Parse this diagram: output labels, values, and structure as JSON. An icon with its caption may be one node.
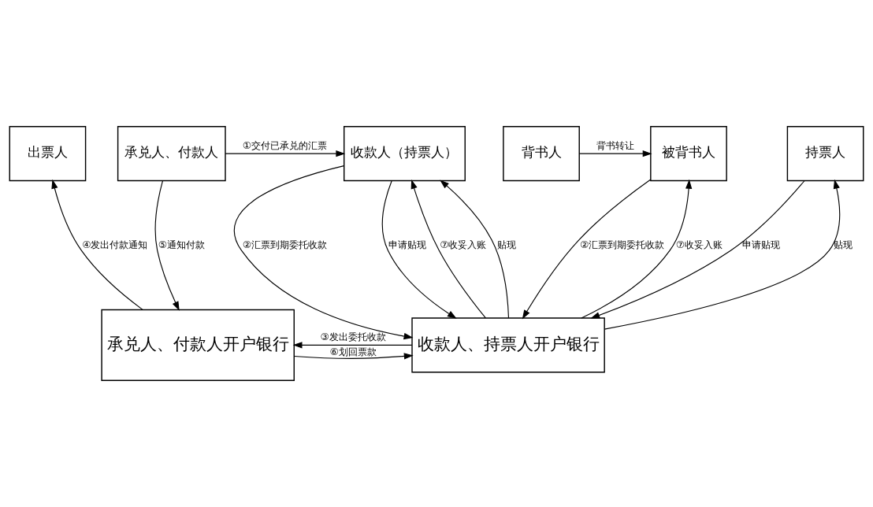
{
  "diagram": {
    "nodes": [
      {
        "text": [
          "出票人"
        ]
      },
      {
        "text": [
          "承兑人、付款人"
        ]
      },
      {
        "text": [
          "收款人（持票人）"
        ]
      },
      {
        "text": [
          "背书人"
        ]
      },
      {
        "text": [
          "被背书人"
        ]
      },
      {
        "text": [
          "持票人"
        ]
      },
      {
        "text": [
          "承兑人、付款人开户银行"
        ]
      },
      {
        "text": [
          "收款人、持票人开户银行"
        ]
      }
    ],
    "edges": [
      {
        "from": 1,
        "to": 2,
        "arrow": "to",
        "label": "①交付已承兑的汇票"
      },
      {
        "from": 3,
        "to": 4,
        "arrow": "to",
        "label": "背书转让"
      },
      {
        "from": 2,
        "to": 7,
        "arrow": "to",
        "label": "②汇票到期委托收款"
      },
      {
        "from": 7,
        "to": 2,
        "arrow": "to",
        "label": "⑦收妥入账"
      },
      {
        "from": 2,
        "to": 7,
        "arrow": "to",
        "label": "申请贴现"
      },
      {
        "from": 7,
        "to": 2,
        "arrow": "to",
        "label": "贴现"
      },
      {
        "from": 6,
        "to": 0,
        "arrow": "to",
        "label": "④发出付款通知"
      },
      {
        "from": 1,
        "to": 6,
        "arrow": "to",
        "label": "⑤通知付款"
      },
      {
        "from": 7,
        "to": 6,
        "arrow": "to",
        "label": "③发出委托收款"
      },
      {
        "from": 6,
        "to": 7,
        "arrow": "to",
        "label": "⑥划回票款"
      },
      {
        "from": 4,
        "to": 7,
        "arrow": "to",
        "label": "②汇票到期委托收款"
      },
      {
        "from": 7,
        "to": 4,
        "arrow": "to",
        "label": "⑦收妥入账"
      },
      {
        "from": 7,
        "to": 5,
        "arrow": "to",
        "label": "贴现"
      },
      {
        "from": 5,
        "to": 7,
        "arrow": "to",
        "label": "申请贴现"
      }
    ]
  }
}
